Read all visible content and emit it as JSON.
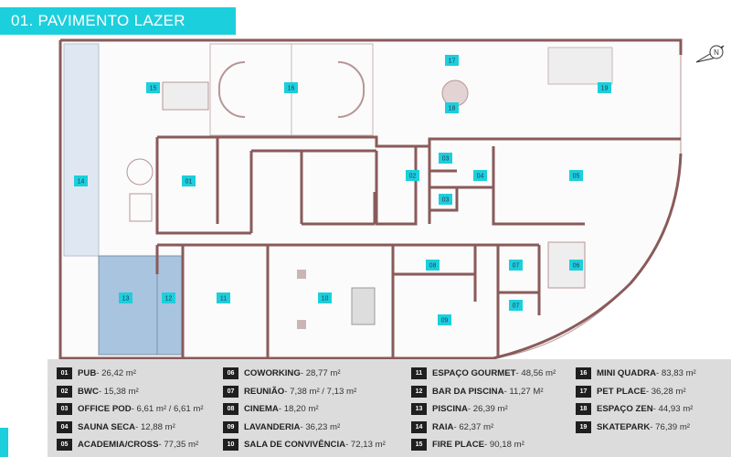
{
  "title": "01. PAVIMENTO LAZER",
  "room_labels": {
    "r01": "01",
    "r02": "02",
    "r03a": "03",
    "r03b": "03",
    "r04": "04",
    "r05": "05",
    "r06": "06",
    "r07a": "07",
    "r07b": "07",
    "r08": "08",
    "r09": "09",
    "r10": "10",
    "r11": "11",
    "r12": "12",
    "r13": "13",
    "r14": "14",
    "r15": "15",
    "r16": "16",
    "r17": "17",
    "r18": "18",
    "r19": "19"
  },
  "legend": [
    {
      "num": "01",
      "name": "PUB",
      "value": " - 26,42 m²"
    },
    {
      "num": "02",
      "name": "BWC",
      "value": " - 15,38 m²"
    },
    {
      "num": "03",
      "name": "OFFICE POD",
      "value": " - 6,61 m² / 6,61 m²"
    },
    {
      "num": "04",
      "name": "SAUNA SECA",
      "value": " - 12,88 m²"
    },
    {
      "num": "05",
      "name": "ACADEMIA/CROSS",
      "value": " - 77,35 m²"
    },
    {
      "num": "06",
      "name": "COWORKING",
      "value": " - 28,77 m²"
    },
    {
      "num": "07",
      "name": "REUNIÃO",
      "value": " - 7,38 m² / 7,13 m²"
    },
    {
      "num": "08",
      "name": "CINEMA",
      "value": " - 18,20 m²"
    },
    {
      "num": "09",
      "name": "LAVANDERIA",
      "value": " - 36,23 m²"
    },
    {
      "num": "10",
      "name": "SALA DE CONVIVÊNCIA",
      "value": " - 72,13 m²"
    },
    {
      "num": "11",
      "name": "ESPAÇO GOURMET",
      "value": " - 48,56 m²"
    },
    {
      "num": "12",
      "name": "BAR DA PISCINA",
      "value": " - 11,27 M²"
    },
    {
      "num": "13",
      "name": "PISCINA",
      "value": " - 26,39 m²"
    },
    {
      "num": "14",
      "name": "RAIA",
      "value": " - 62,37 m²"
    },
    {
      "num": "15",
      "name": "FIRE PLACE",
      "value": " - 90,18 m²"
    },
    {
      "num": "16",
      "name": "MINI QUADRA",
      "value": " - 83,83 m²"
    },
    {
      "num": "17",
      "name": "PET PLACE",
      "value": " - 36,28 m²"
    },
    {
      "num": "18",
      "name": "ESPAÇO ZEN",
      "value": " - 44,93 m²"
    },
    {
      "num": "19",
      "name": "SKATEPARK",
      "value": " - 76,39 m²"
    }
  ],
  "north_label": "N",
  "colors": {
    "accent": "#1ccfdc",
    "wall": "#8a5a5a",
    "pool": "#a9c4df",
    "legend_bg": "#dcdcdc"
  }
}
